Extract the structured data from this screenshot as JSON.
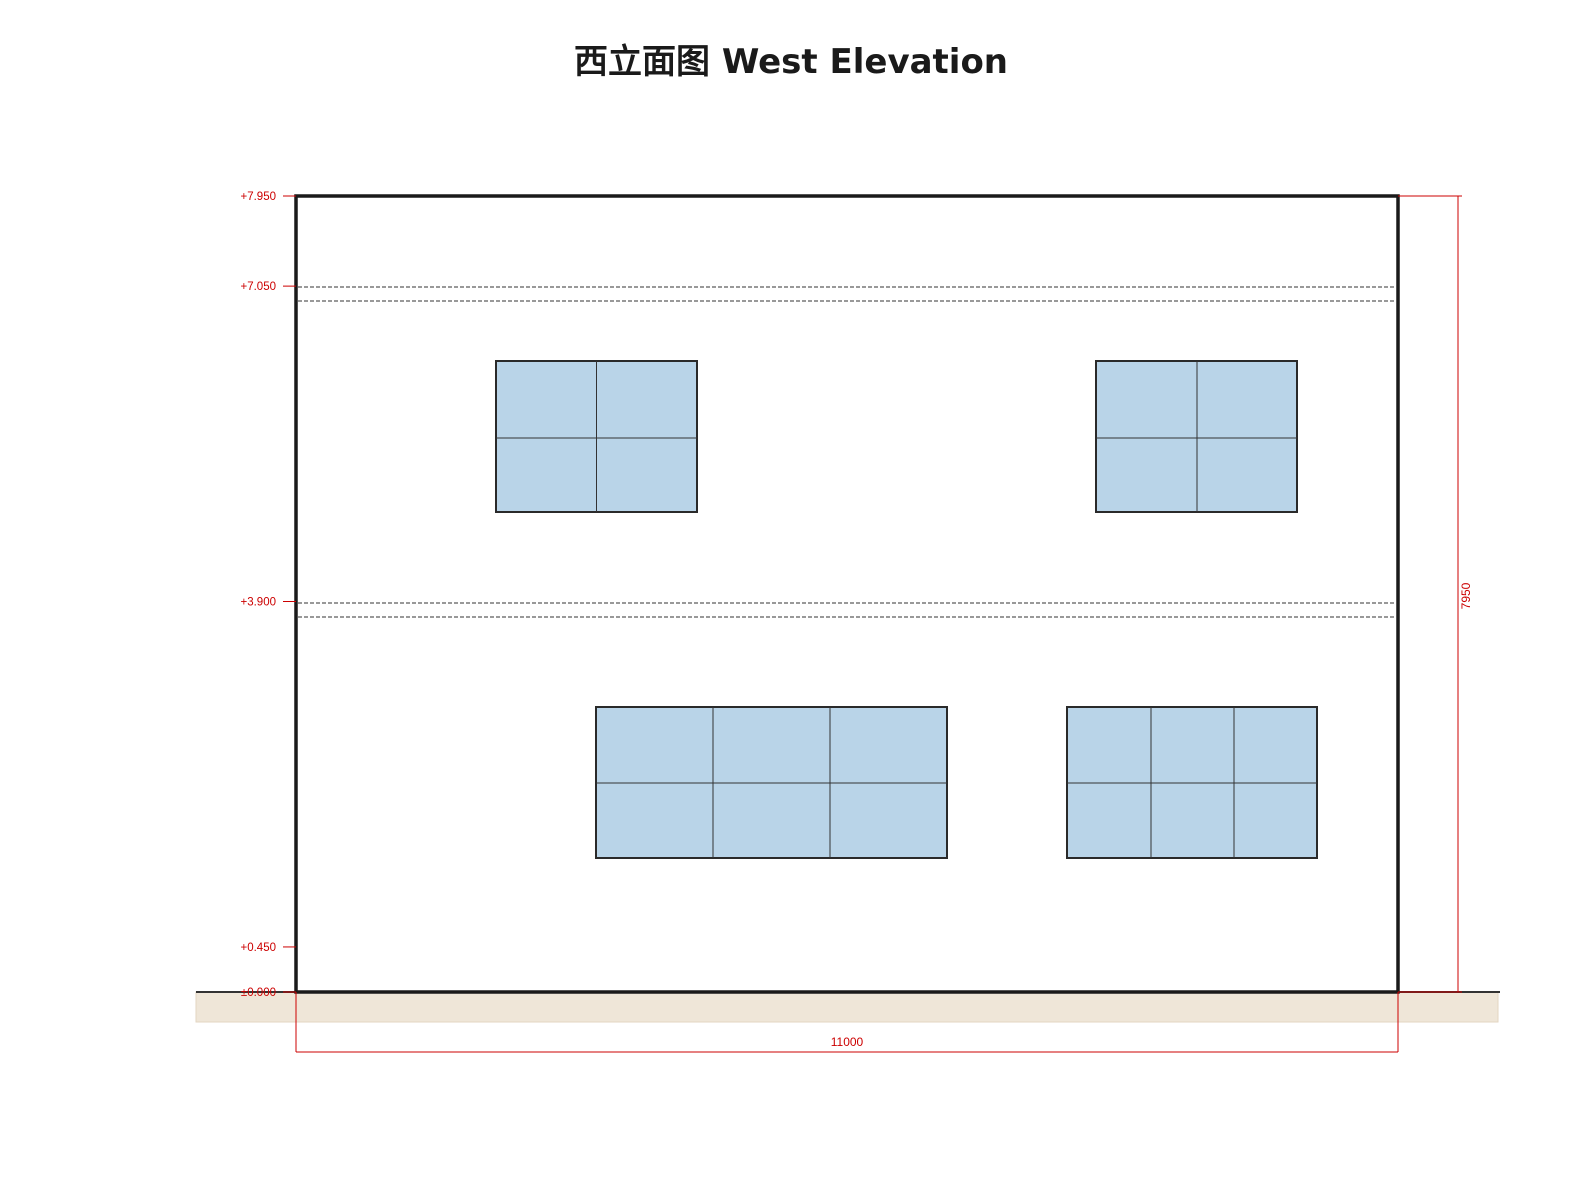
{
  "title": "西立面图  West Elevation",
  "levels": [
    {
      "label": "+7.950",
      "value": 7.95
    },
    {
      "label": "+7.050",
      "value": 7.05
    },
    {
      "label": "+3.900",
      "value": 3.9
    },
    {
      "label": "+0.450",
      "value": 0.45
    },
    {
      "label": "±0.000",
      "value": 0.0
    }
  ],
  "dimensions": {
    "width_label": "11000",
    "height_label": "7950"
  },
  "colors": {
    "annotation": "#cc0000",
    "glass": "#b9d4e8",
    "wall_line": "#1a1a1a",
    "ground": "#efe6d8"
  },
  "windows": [
    {
      "name": "upper-left-window",
      "cols": 2,
      "rows": 2
    },
    {
      "name": "upper-right-window",
      "cols": 2,
      "rows": 2
    },
    {
      "name": "lower-center-window",
      "cols": 3,
      "rows": 2
    },
    {
      "name": "lower-right-window",
      "cols": 3,
      "rows": 2
    }
  ]
}
